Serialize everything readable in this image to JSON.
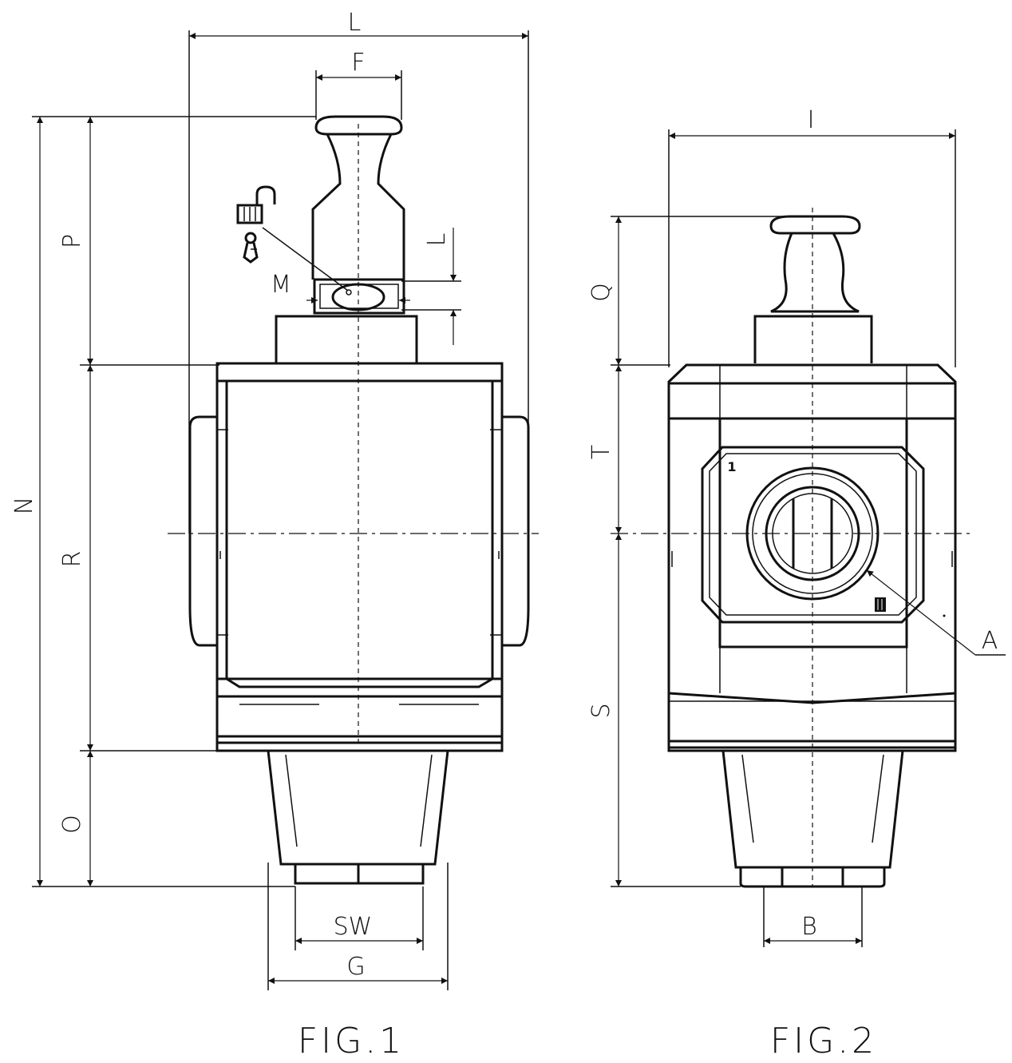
{
  "fig1": {
    "caption": "FIG.1",
    "dimensions": [
      "L",
      "F",
      "P",
      "N",
      "R",
      "O",
      "M",
      "L",
      "SW",
      "G"
    ]
  },
  "fig2": {
    "caption": "FIG.2",
    "dimensions": [
      "I",
      "Q",
      "T",
      "S",
      "B",
      "A"
    ],
    "port_number": "1"
  }
}
